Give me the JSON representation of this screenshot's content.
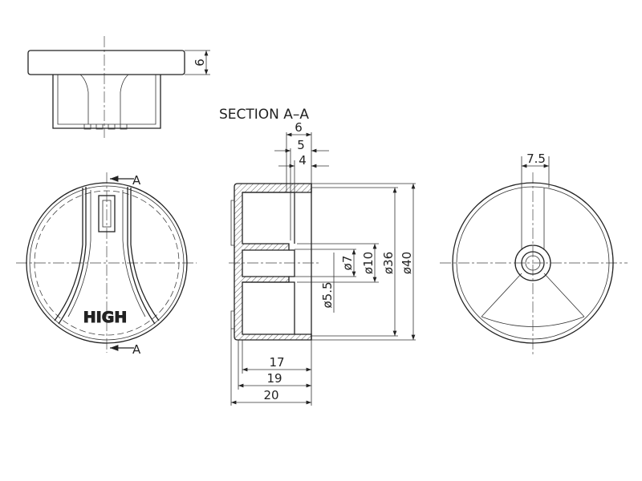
{
  "drawing": {
    "section_title": "SECTION A–A",
    "section_marker": "A",
    "knob_label": "HIGH",
    "top_view": {
      "height": "6"
    },
    "section": {
      "top_dims": [
        "6",
        "5",
        "4"
      ],
      "diameters": {
        "d7": "ø7",
        "d10": "ø10",
        "d36": "ø36",
        "d40": "ø40",
        "d55": "ø5.5"
      },
      "bottom_dims": [
        "17",
        "19",
        "20"
      ]
    },
    "rear_view": {
      "slot_width": "7.5"
    }
  }
}
